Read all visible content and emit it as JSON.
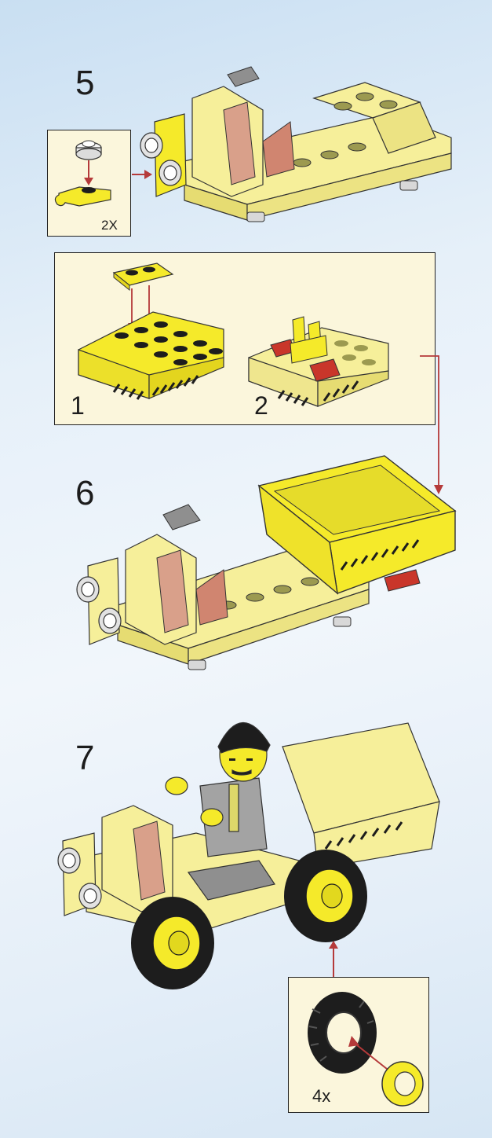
{
  "steps": [
    {
      "number": "5"
    },
    {
      "number": "6"
    },
    {
      "number": "7"
    }
  ],
  "step5_callout": {
    "quantity": "2X"
  },
  "subassembly": {
    "sub_steps": [
      "1",
      "2"
    ]
  },
  "wheel_callout": {
    "quantity": "4x"
  },
  "colors": {
    "yellow": "#f5ea2a",
    "pale_yellow": "#f6ef9a",
    "red": "#c9362a",
    "arrow": "#b53a3a",
    "black": "#1d1d1d",
    "grey": "#9a9a9a",
    "white": "#f4f4f4"
  }
}
